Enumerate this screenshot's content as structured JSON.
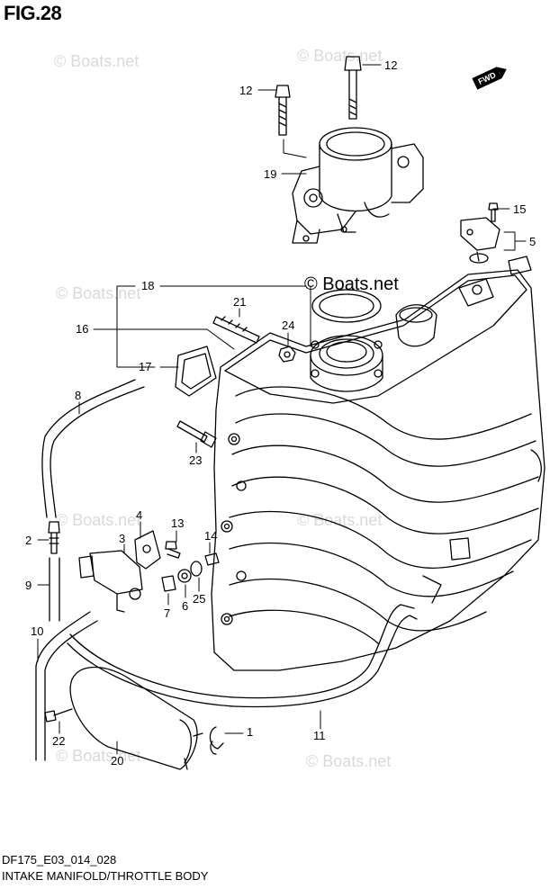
{
  "figure_title": "FIG.28",
  "watermark": "© Boats.net",
  "fwd_label": "FWD",
  "footer": {
    "code": "DF175_E03_014_028",
    "title": "INTAKE MANIFOLD/THROTTLE BODY"
  },
  "callouts": {
    "c1": "1",
    "c2": "2",
    "c3": "3",
    "c4": "4",
    "c5": "5",
    "c6": "6",
    "c7": "7",
    "c8": "8",
    "c9": "9",
    "c10": "10",
    "c11": "11",
    "c12a": "12",
    "c12b": "12",
    "c13": "13",
    "c14": "14",
    "c15": "15",
    "c16": "16",
    "c17": "17",
    "c18": "18",
    "c19": "19",
    "c20": "20",
    "c21": "21",
    "c22": "22",
    "c23": "23",
    "c24": "24",
    "c25": "25"
  }
}
